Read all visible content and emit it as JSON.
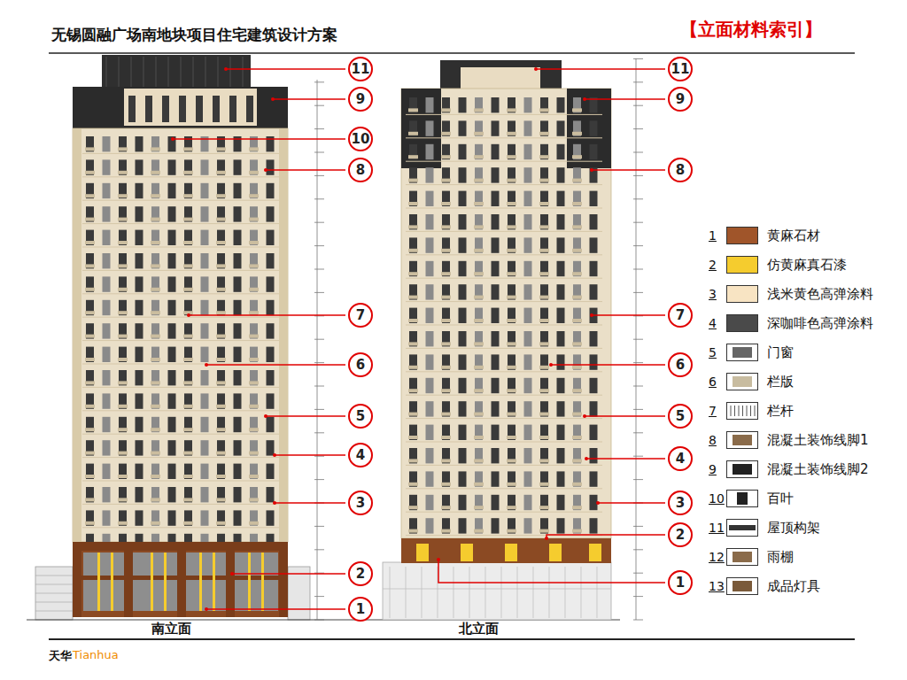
{
  "diagram": {
    "title": "无锡圆融广场南地块项目住宅建筑设计方案",
    "labels": [
      "【立面材料索引】",
      "11",
      "9",
      "10",
      "8",
      "7",
      "6",
      "5",
      "4",
      "3",
      "2",
      "1",
      "11",
      "9",
      "8",
      "7",
      "6",
      "5",
      "4",
      "3",
      "2",
      "1",
      "南立面",
      "北立面",
      "1",
      "2",
      "3",
      "4",
      "5",
      "6",
      "7",
      "8",
      "9",
      "10",
      "11",
      "12",
      "13",
      "天华",
      "Tianhua"
    ],
    "legend": [
      {
        "text": "黄麻石材",
        "color": "#a0552a"
      },
      {
        "text": "仿黄麻真石漆",
        "color": "#f5cc2e"
      },
      {
        "text": "浅米黄色高弹涂料",
        "color": "#f8e4c3"
      },
      {
        "text": "深咖啡色高弹涂料",
        "color": "#4a4a4a"
      },
      {
        "text": "门窗"
      },
      {
        "text": "栏版"
      },
      {
        "text": "栏杆"
      },
      {
        "text": "混凝土装饰线脚1"
      },
      {
        "text": "混凝土装饰线脚2"
      },
      {
        "text": "百叶"
      },
      {
        "text": "屋顶构架"
      },
      {
        "text": "雨棚"
      },
      {
        "text": "成品灯具"
      }
    ]
  }
}
